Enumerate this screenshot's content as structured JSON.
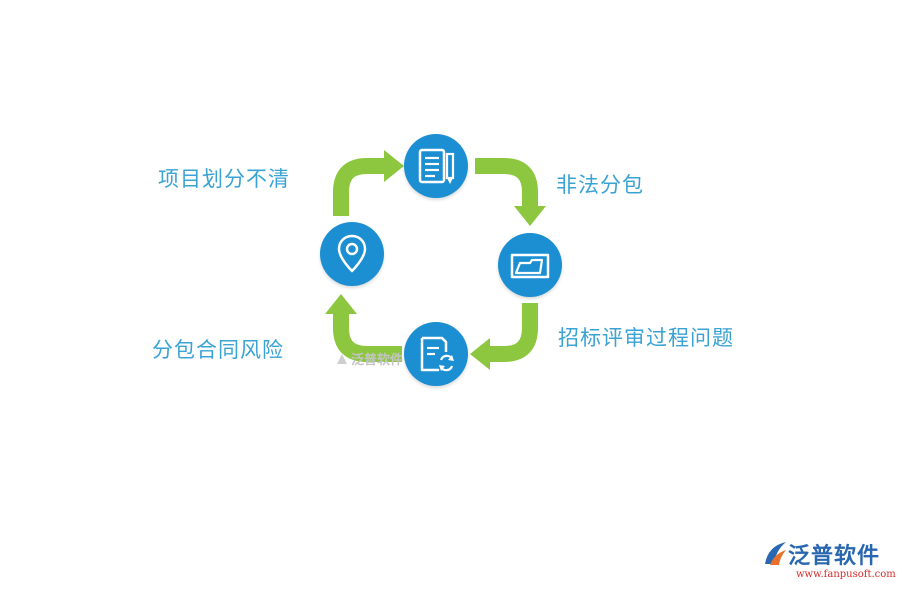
{
  "labels": {
    "top_left": "项目划分不清",
    "top_right": "非法分包",
    "bottom_right": "招标评审过程问题",
    "bottom_left": "分包合同风险"
  },
  "icons": {
    "top": "document-pencil-icon",
    "right": "folder-icon",
    "bottom": "document-refresh-icon",
    "left": "location-pin-icon"
  },
  "watermark": "泛普软件",
  "brand": {
    "name": "泛普软件",
    "url": "www.fanpusoft.com"
  },
  "colors": {
    "arrow": "#8dc63f",
    "node": "#1b8fd2",
    "label": "#3aa3d3",
    "brand_name": "#2a67b1",
    "brand_url": "#d42a2a"
  }
}
